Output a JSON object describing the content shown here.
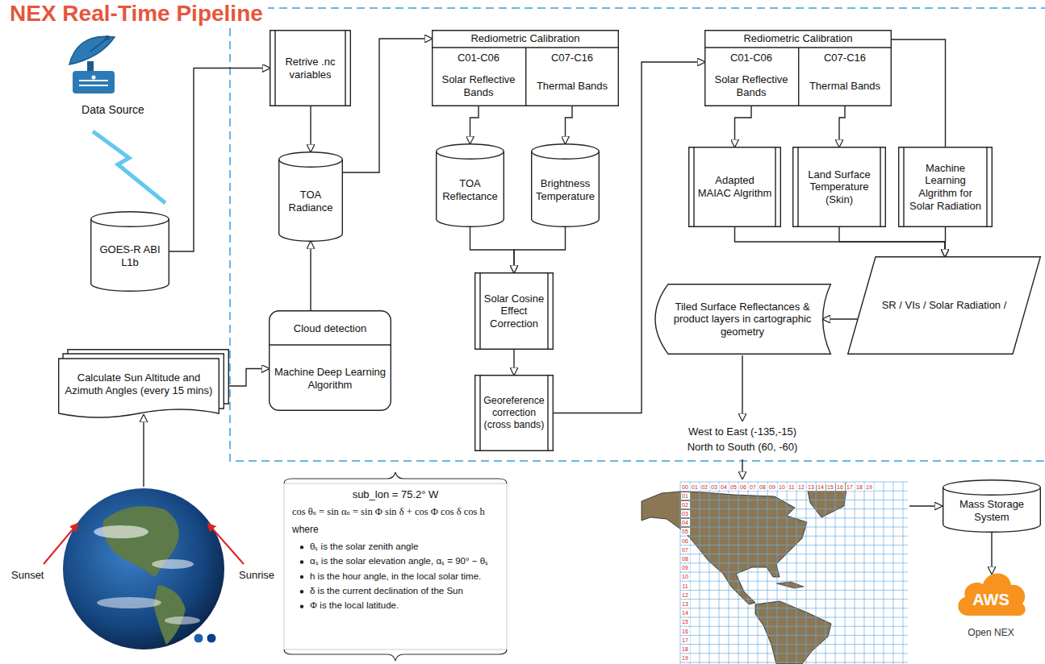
{
  "diagram": {
    "title": "NEX Real-Time Pipeline",
    "nodes": [
      {
        "text": [
          "GOES-R ABI L1b"
        ]
      },
      {
        "text": [
          "Retrive .nc variables"
        ]
      },
      {
        "text": [
          "TOA Radiance"
        ]
      },
      {
        "text": [
          "Cloud detection",
          "Machine Deep Learning Algorithm"
        ]
      },
      {
        "text": [
          "Calculate Sun Altitude and Azimuth Angles (every 15 mins)"
        ]
      },
      {
        "text": [
          "Rediometric Calibration"
        ]
      },
      {
        "text": [
          "C01-C06",
          "Solar Reflective Bands"
        ],
        "in": 5
      },
      {
        "text": [
          "C07-C16",
          "Thermal Bands"
        ],
        "in": 5
      },
      {
        "text": [
          "TOA Reflectance"
        ]
      },
      {
        "text": [
          "Brightness Temperature"
        ]
      },
      {
        "text": [
          "Solar Cosine Effect Correction"
        ]
      },
      {
        "text": [
          "Georeference correction (cross bands)"
        ]
      },
      {
        "text": [
          "Rediometric Calibration"
        ]
      },
      {
        "text": [
          "C01-C06",
          "Solar Reflective Bands"
        ],
        "in": 12
      },
      {
        "text": [
          "C07-C16",
          "Thermal Bands"
        ],
        "in": 12
      },
      {
        "text": [
          "Adapted MAIAC Algrithm"
        ]
      },
      {
        "text": [
          "Land Surface Temperature (Skin)"
        ]
      },
      {
        "text": [
          "Machine Learning Algrithm for Solar Radiation"
        ]
      },
      {
        "text": [
          "SR / VIs / Solar Radiation /"
        ]
      },
      {
        "text": [
          "Tiled Surface Reflectances & product layers in cartographic geometry"
        ]
      },
      {
        "text": [
          "Mass Storage System"
        ]
      },
      {
        "text": [
          "AWS",
          "Open NEX"
        ]
      }
    ],
    "edges": [
      {
        "from": 0,
        "to": 1,
        "arrow": "to"
      },
      {
        "from": 1,
        "to": 2,
        "arrow": "to"
      },
      {
        "from": 3,
        "to": 2,
        "arrow": "to"
      },
      {
        "from": 4,
        "to": 3,
        "arrow": "to"
      },
      {
        "from": 2,
        "to": 5,
        "arrow": "to"
      },
      {
        "from": 6,
        "to": 8,
        "arrow": "to"
      },
      {
        "from": 7,
        "to": 9,
        "arrow": "to"
      },
      {
        "from": 8,
        "to": 10,
        "arrow": "to"
      },
      {
        "from": 9,
        "to": 10,
        "arrow": "to"
      },
      {
        "from": 10,
        "to": 11,
        "arrow": "to"
      },
      {
        "from": 11,
        "to": 12,
        "arrow": "to"
      },
      {
        "from": 13,
        "to": 15,
        "arrow": "to"
      },
      {
        "from": 14,
        "to": 16,
        "arrow": "to"
      },
      {
        "from": 12,
        "to": 17,
        "arrow": "none"
      },
      {
        "from": 15,
        "to": 18,
        "arrow": "to"
      },
      {
        "from": 16,
        "to": 18,
        "arrow": "to"
      },
      {
        "from": 17,
        "to": 18,
        "arrow": "to"
      },
      {
        "from": 18,
        "to": 19,
        "arrow": "to"
      },
      {
        "from": 20,
        "to": 21,
        "arrow": "to"
      }
    ],
    "labels": [
      "Data Source",
      "West to East (-135,-15)",
      "North to South (60, -60)",
      "Sunset",
      "Sunrise",
      "sub_lon = 75.2° W",
      "cos θₛ = sin αₛ = sin Φ sin δ + cos Φ cos δ cos h",
      "where",
      "θₛ is the solar zenith angle",
      "αₛ is the solar elevation angle, αₛ = 90° − θₛ",
      "h is the hour angle, in the local solar time.",
      "δ is the current declination of the Sun",
      "Φ is the local latitude.",
      "00",
      "01",
      "02",
      "03",
      "04",
      "05",
      "06",
      "07",
      "08",
      "09",
      "10",
      "11",
      "12",
      "13",
      "14",
      "15",
      "16",
      "17",
      "18",
      "19",
      "01",
      "02",
      "03",
      "04",
      "05",
      "06",
      "07",
      "08",
      "09",
      "10",
      "11",
      "12",
      "13",
      "14",
      "15",
      "16",
      "17",
      "18",
      "19"
    ]
  }
}
